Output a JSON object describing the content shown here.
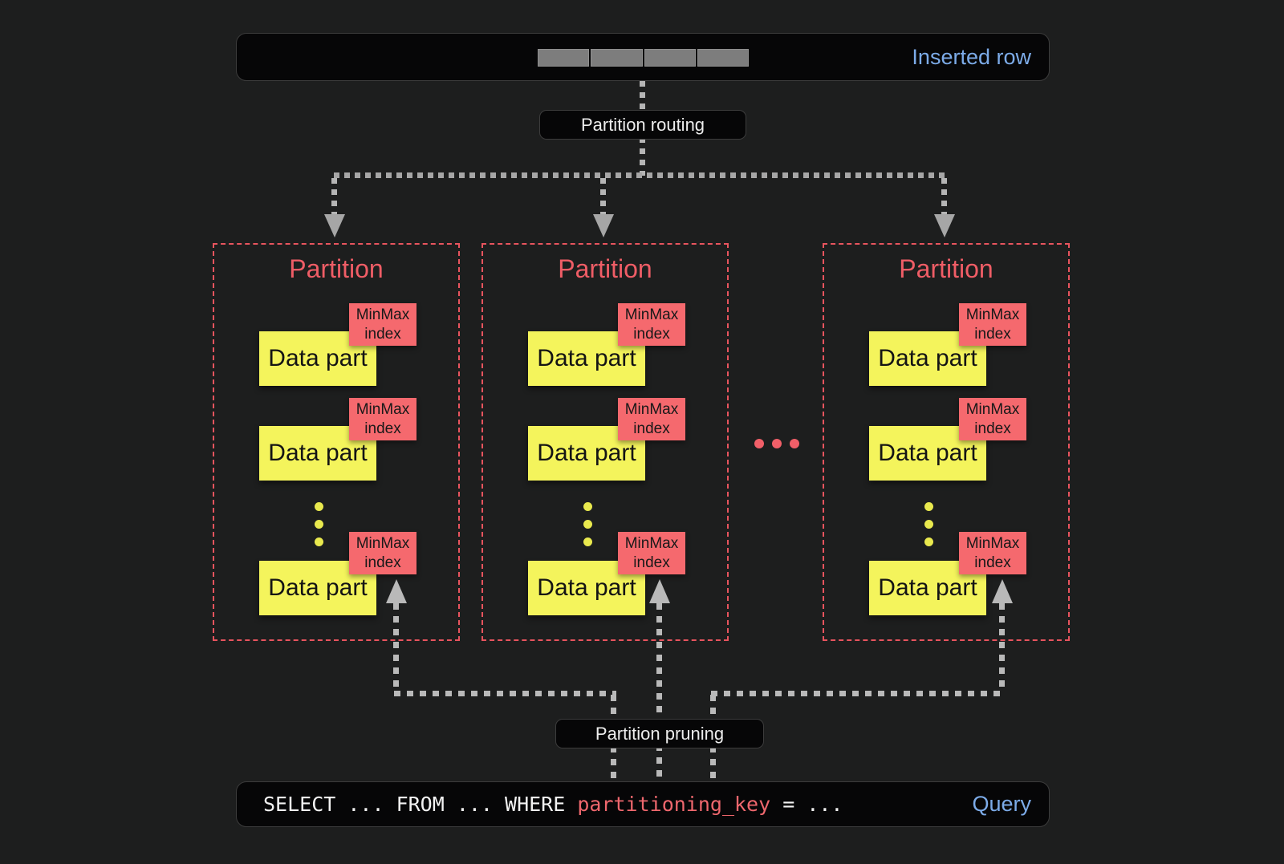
{
  "colors": {
    "background": "#1d1e1e",
    "panel_fill": "#060607",
    "panel_border": "#3c3c3c",
    "accent_blue": "#7cabe8",
    "partition_salmon": "#ef5d66",
    "minmax_fill": "#f5696e",
    "data_part_yellow": "#f4f45c",
    "arrow_gray": "#b9b9b9",
    "query_key_salmon": "#ee676d",
    "row_cell_gray": "#7d7d7d"
  },
  "inserted_row": {
    "label": "Inserted row",
    "cell_count": 4
  },
  "flow_labels": {
    "routing": "Partition routing",
    "pruning": "Partition pruning"
  },
  "partitions": [
    {
      "title": "Partition",
      "parts": [
        {
          "part_label": "Data part",
          "index_label": "MinMax index"
        },
        {
          "part_label": "Data part",
          "index_label": "MinMax index"
        },
        {
          "part_label": "Data part",
          "index_label": "MinMax index"
        }
      ]
    },
    {
      "title": "Partition",
      "parts": [
        {
          "part_label": "Data part",
          "index_label": "MinMax index"
        },
        {
          "part_label": "Data part",
          "index_label": "MinMax index"
        },
        {
          "part_label": "Data part",
          "index_label": "MinMax index"
        }
      ]
    },
    {
      "title": "Partition",
      "parts": [
        {
          "part_label": "Data part",
          "index_label": "MinMax index"
        },
        {
          "part_label": "Data part",
          "index_label": "MinMax index"
        },
        {
          "part_label": "Data part",
          "index_label": "MinMax index"
        }
      ]
    }
  ],
  "query": {
    "sql_prefix": "SELECT ... FROM ... WHERE ",
    "sql_key": "partitioning_key",
    "sql_suffix": " = ...",
    "label": "Query"
  }
}
